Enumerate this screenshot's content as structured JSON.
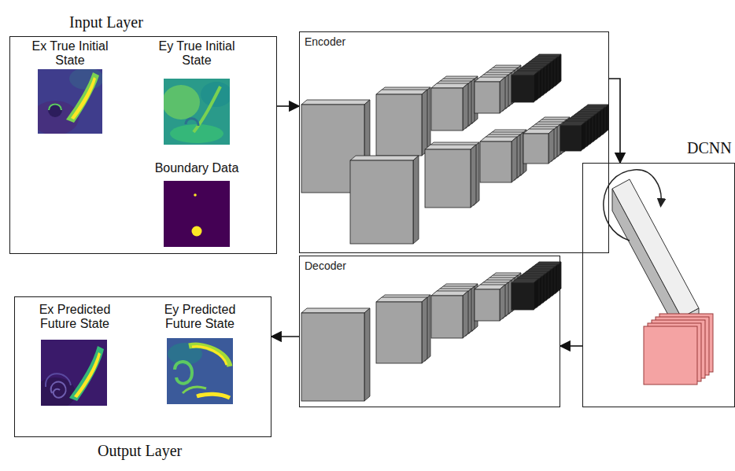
{
  "diagram": {
    "nodes": [
      {
        "text": [
          "Input Layer"
        ]
      },
      {
        "text": [
          "Encoder"
        ]
      },
      {
        "text": [
          "DCNN"
        ]
      },
      {
        "text": [
          "Decoder"
        ]
      },
      {
        "text": [
          "Output Layer"
        ]
      }
    ],
    "edges": [
      {
        "from": 0,
        "to": 1,
        "arrow": "to"
      },
      {
        "from": 1,
        "to": 2,
        "arrow": "to"
      },
      {
        "from": 2,
        "to": 3,
        "arrow": "to"
      },
      {
        "from": 3,
        "to": 4,
        "arrow": "to"
      }
    ],
    "labels": [
      "Ex True Initial State",
      "Ey True Initial State",
      "Boundary Data",
      "Ex Predicted Future State",
      "Ey Predicted Future State"
    ]
  }
}
